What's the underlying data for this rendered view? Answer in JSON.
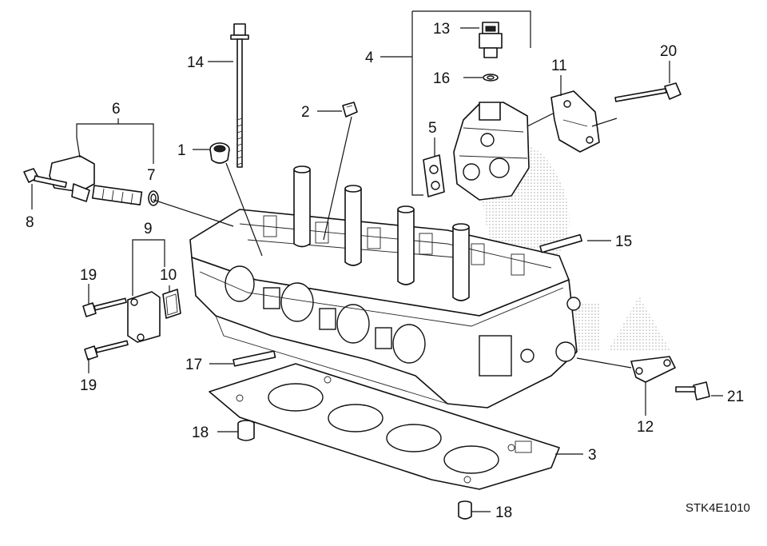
{
  "diagram": {
    "code": "STK4E1010",
    "callouts": [
      {
        "id": "c1",
        "label": "1"
      },
      {
        "id": "c2",
        "label": "2"
      },
      {
        "id": "c3",
        "label": "3"
      },
      {
        "id": "c4",
        "label": "4"
      },
      {
        "id": "c5",
        "label": "5"
      },
      {
        "id": "c6",
        "label": "6"
      },
      {
        "id": "c7",
        "label": "7"
      },
      {
        "id": "c8",
        "label": "8"
      },
      {
        "id": "c9",
        "label": "9"
      },
      {
        "id": "c10",
        "label": "10"
      },
      {
        "id": "c11",
        "label": "11"
      },
      {
        "id": "c12",
        "label": "12"
      },
      {
        "id": "c13",
        "label": "13"
      },
      {
        "id": "c14",
        "label": "14"
      },
      {
        "id": "c15",
        "label": "15"
      },
      {
        "id": "c16",
        "label": "16"
      },
      {
        "id": "c17",
        "label": "17"
      },
      {
        "id": "c18a",
        "label": "18"
      },
      {
        "id": "c18b",
        "label": "18"
      },
      {
        "id": "c19a",
        "label": "19"
      },
      {
        "id": "c19b",
        "label": "19"
      },
      {
        "id": "c20",
        "label": "20"
      },
      {
        "id": "c21",
        "label": "21"
      }
    ]
  }
}
